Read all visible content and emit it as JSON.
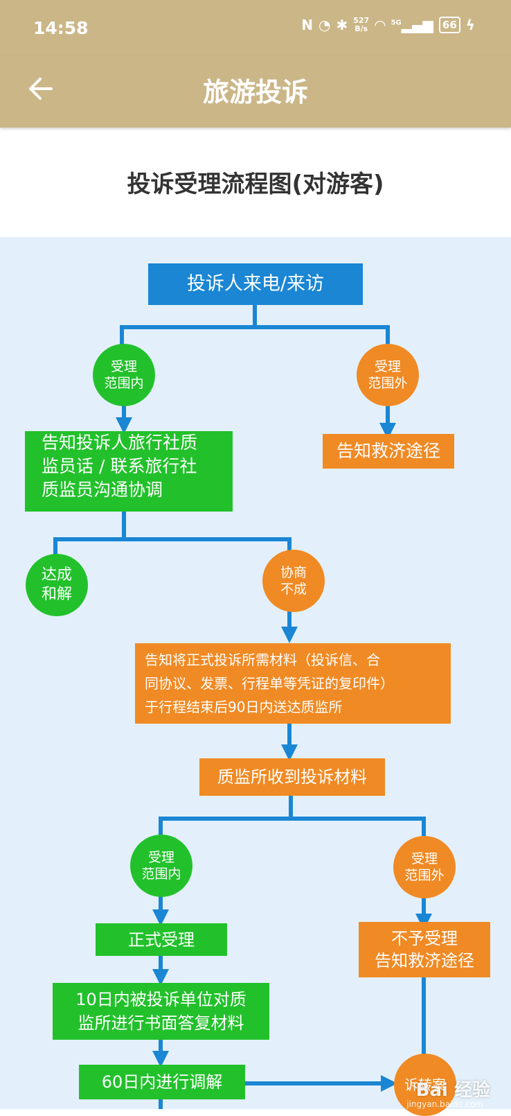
{
  "status_bar": {
    "time": "14:58",
    "net_speed": "527",
    "net_unit": "B/s",
    "net_type": "5G",
    "battery": "66"
  },
  "app_bar": {
    "title": "旅游投诉"
  },
  "page": {
    "title": "投诉受理流程图(对游客)"
  },
  "flow": {
    "start": "投诉人来电/来访",
    "in_scope_1": [
      "受理",
      "范围内"
    ],
    "out_scope_1": [
      "受理",
      "范围外"
    ],
    "notify_supervisor": [
      "告知投诉人旅行社质",
      "监员话 / 联系旅行社",
      "质监员沟通协调"
    ],
    "notify_remedy_1": "告知救济途径",
    "reach_settlement": [
      "达成",
      "和解"
    ],
    "negotiation_failed": [
      "协商",
      "不成"
    ],
    "notify_materials": [
      "告知将正式投诉所需材料（投诉信、合",
      "同协议、发票、行程单等凭证的复印件）",
      "于行程结束后90日内送达质监所"
    ],
    "received": "质监所收到投诉材料",
    "in_scope_2": [
      "受理",
      "范围内"
    ],
    "out_scope_2": [
      "受理",
      "范围外"
    ],
    "formal_accept": "正式受理",
    "reject": [
      "不予受理",
      "告知救济途径"
    ],
    "reply_10d": [
      "10日内被投诉单位对质",
      "监所进行书面答复材料"
    ],
    "mediate_60d": "60日内进行调解",
    "litigation": "诉转案"
  },
  "watermark": {
    "brand": "Bai 经验",
    "url": "jingyan.baidu.com"
  },
  "colors": {
    "header": "#cbb687",
    "flow_bg": "#e3f0fb",
    "blue": "#1a86d4",
    "green": "#22c12b",
    "orange": "#f08a24"
  }
}
